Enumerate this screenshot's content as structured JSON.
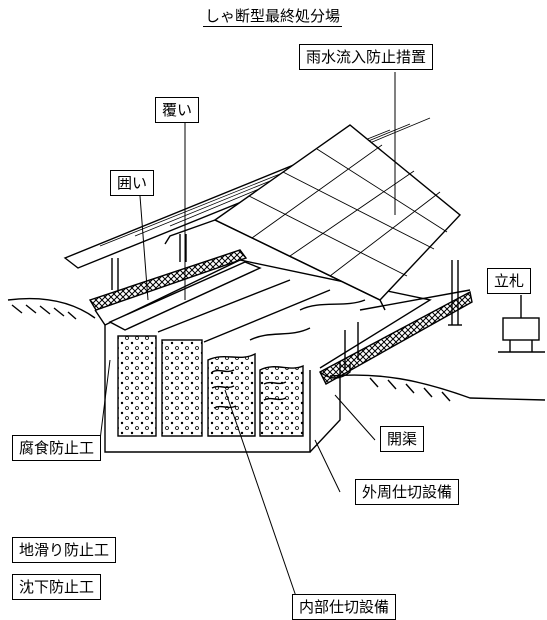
{
  "title": "しゃ断型最終処分場",
  "labels": {
    "rain_prevention": "雨水流入防止措置",
    "cover": "覆い",
    "enclosure": "囲い",
    "signboard": "立札",
    "corrosion": "腐食防止工",
    "open_channel": "開渠",
    "outer_partition": "外周仕切設備",
    "landslide": "地滑り防止工",
    "subsidence": "沈下防止工",
    "inner_partition": "内部仕切設備"
  }
}
